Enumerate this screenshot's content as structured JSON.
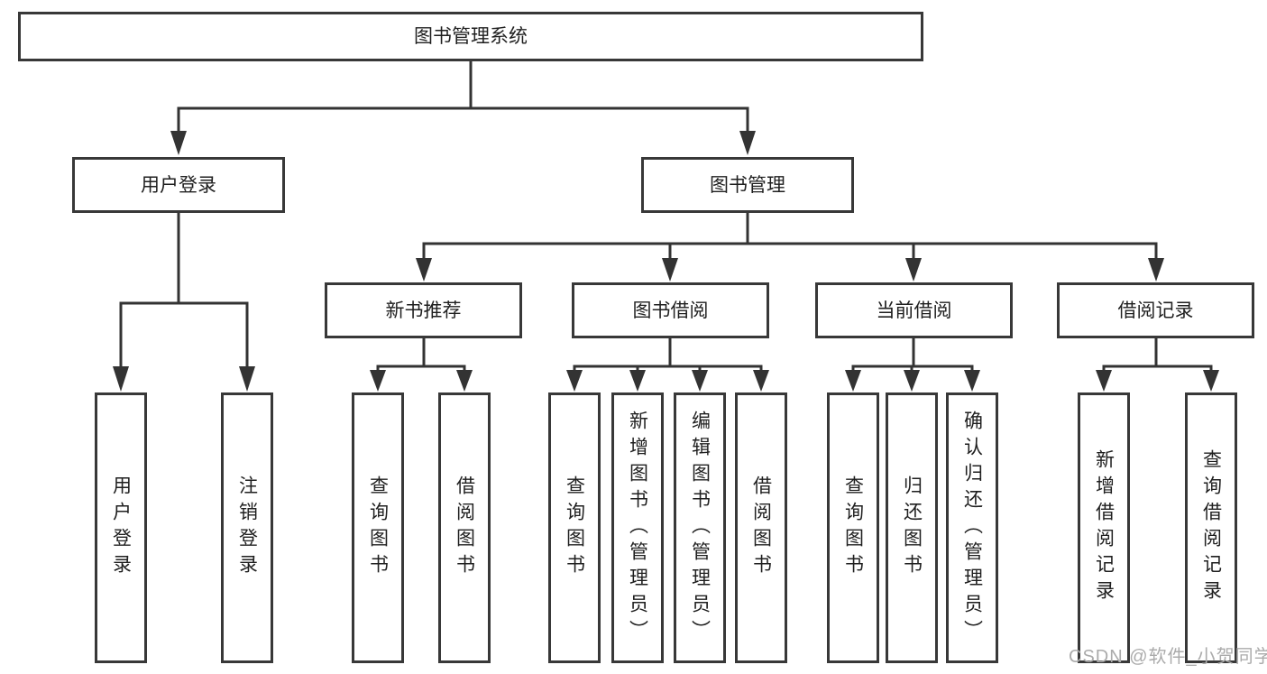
{
  "tree": {
    "root": {
      "label": "图书管理系统"
    },
    "children": [
      {
        "label": "用户登录",
        "children": [
          {
            "label": "用户登录"
          },
          {
            "label": "注销登录"
          }
        ]
      },
      {
        "label": "图书管理",
        "children": [
          {
            "label": "新书推荐",
            "children": [
              {
                "label": "查询图书"
              },
              {
                "label": "借阅图书"
              }
            ]
          },
          {
            "label": "图书借阅",
            "children": [
              {
                "label": "查询图书"
              },
              {
                "label": "新增图书（管理员）"
              },
              {
                "label": "编辑图书（管理员）"
              },
              {
                "label": "借阅图书"
              }
            ]
          },
          {
            "label": "当前借阅",
            "children": [
              {
                "label": "查询图书"
              },
              {
                "label": "归还图书"
              },
              {
                "label": "确认归还（管理员）"
              }
            ]
          },
          {
            "label": "借阅记录",
            "children": [
              {
                "label": "新增借阅记录"
              },
              {
                "label": "查询借阅记录"
              }
            ]
          }
        ]
      }
    ]
  },
  "watermark": {
    "text": "CSDN @软件_小贺同学"
  },
  "colors": {
    "line": "#333333",
    "box_border": "#383838",
    "text": "#1f1f1f",
    "watermark": "#ababab",
    "background": "#ffffff"
  }
}
